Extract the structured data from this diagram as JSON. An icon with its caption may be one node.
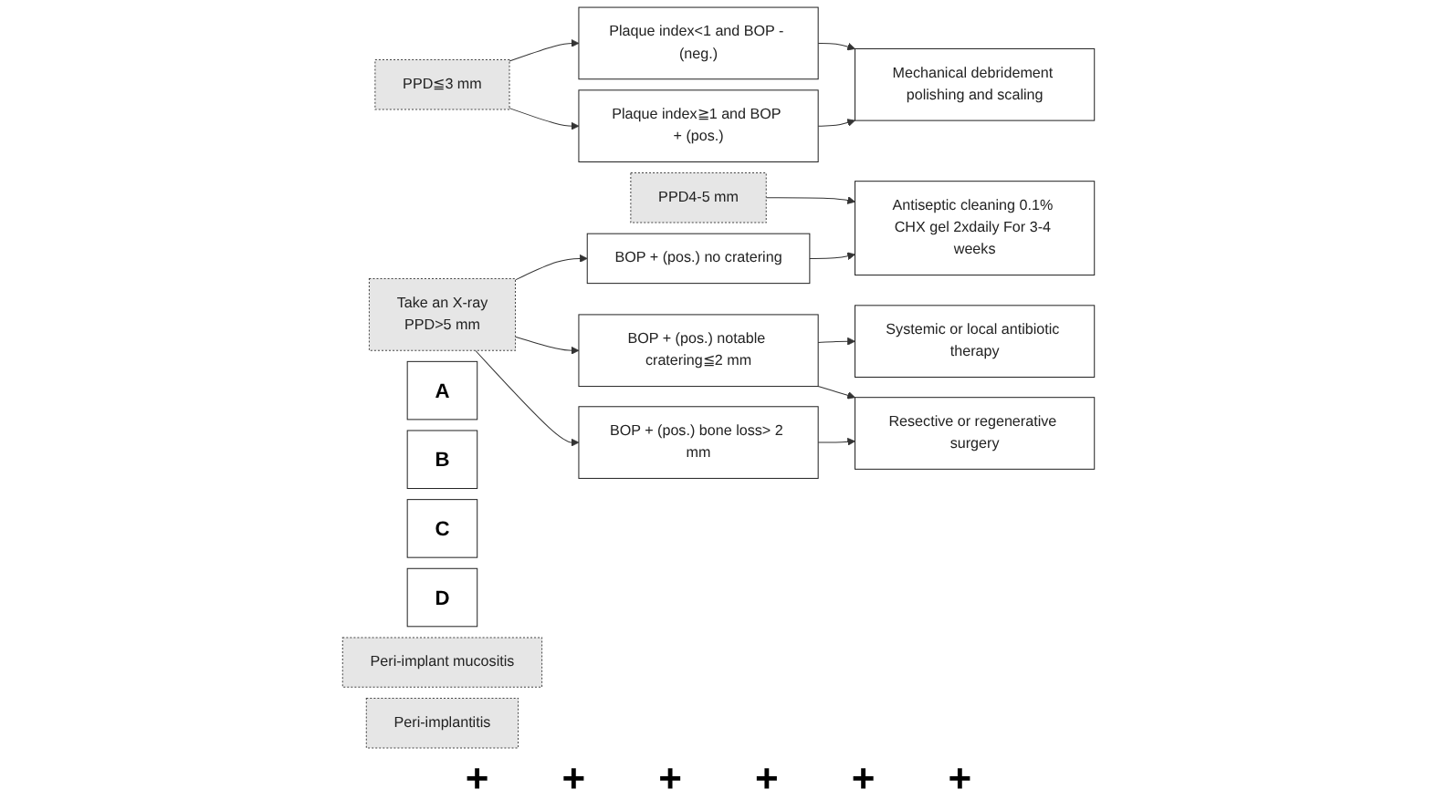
{
  "diagram": {
    "nodes": [
      {
        "text": [
          "PPD≦3 mm"
        ]
      },
      {
        "text": [
          "Plaque index<1 and BOP - (neg.)"
        ]
      },
      {
        "text": [
          "Plaque index≧1 and BOP + (pos.)"
        ]
      },
      {
        "text": [
          "PPD4-5 mm"
        ]
      },
      {
        "text": [
          "BOP + (pos.) no cratering"
        ]
      },
      {
        "text": [
          "Take an X-ray",
          "PPD>5 mm"
        ]
      },
      {
        "text": [
          "BOP + (pos.) notable cratering≦2 mm"
        ]
      },
      {
        "text": [
          "BOP + (pos.) bone loss> 2 mm"
        ]
      },
      {
        "text": [
          "Mechanical debridement polishing and scaling"
        ]
      },
      {
        "text": [
          "Antiseptic cleaning 0.1% CHX gel 2xdaily For 3-4 weeks"
        ]
      },
      {
        "text": [
          "Systemic or local antibiotic therapy"
        ]
      },
      {
        "text": [
          "Resective or regenerative surgery"
        ]
      },
      {
        "text": [
          "A"
        ]
      },
      {
        "text": [
          "B"
        ]
      },
      {
        "text": [
          "C"
        ]
      },
      {
        "text": [
          "D"
        ]
      },
      {
        "text": [
          "Peri-implant mucositis"
        ]
      },
      {
        "text": [
          "Peri-implantitis"
        ]
      }
    ],
    "edges": [
      {
        "from": 0,
        "to": 1,
        "arrow": "to"
      },
      {
        "from": 0,
        "to": 2,
        "arrow": "to"
      },
      {
        "from": 1,
        "to": 8,
        "arrow": "to"
      },
      {
        "from": 2,
        "to": 8,
        "arrow": "to"
      },
      {
        "from": 3,
        "to": 9,
        "arrow": "to"
      },
      {
        "from": 4,
        "to": 9,
        "arrow": "to"
      },
      {
        "from": 5,
        "to": 4,
        "arrow": "to"
      },
      {
        "from": 5,
        "to": 6,
        "arrow": "to"
      },
      {
        "from": 5,
        "to": 7,
        "arrow": "to"
      },
      {
        "from": 6,
        "to": 10,
        "arrow": "to"
      },
      {
        "from": 6,
        "to": 11,
        "arrow": "to"
      },
      {
        "from": 7,
        "to": 11,
        "arrow": "to"
      }
    ],
    "labels": [
      "+",
      "+",
      "+",
      "+",
      "+",
      "+"
    ]
  }
}
